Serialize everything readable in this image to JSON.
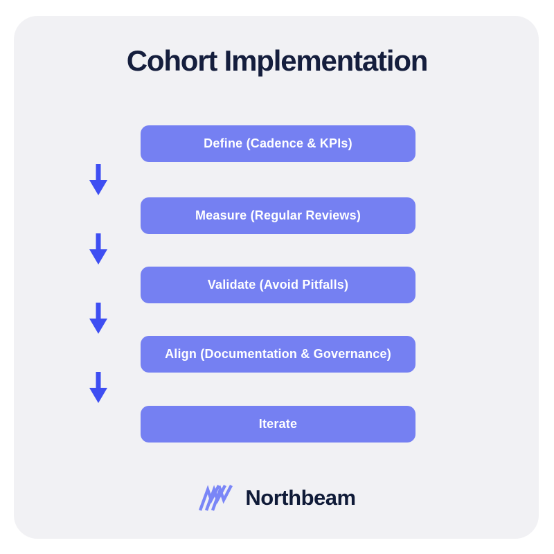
{
  "page": {
    "background": "#ffffff",
    "card_background": "#f1f1f4"
  },
  "title": "Cohort Implementation",
  "title_color": "#151e3d",
  "flow": {
    "steps": [
      {
        "label": "Define (Cadence & KPIs)"
      },
      {
        "label": "Measure (Regular Reviews)"
      },
      {
        "label": "Validate (Avoid Pitfalls)"
      },
      {
        "label": "Align (Documentation & Governance)"
      },
      {
        "label": "Iterate"
      }
    ],
    "step_fill_color": "#7580f2",
    "step_text_color": "#ffffff",
    "arrow_icon": "arrow-down-icon",
    "arrow_count": 4,
    "arrow_color": "#3e4ef2"
  },
  "footer": {
    "brand": "Northbeam",
    "brand_color": "#101b38",
    "logo_icon": "northbeam-zigzag-icon",
    "logo_icon_color": "#7a86f7"
  }
}
